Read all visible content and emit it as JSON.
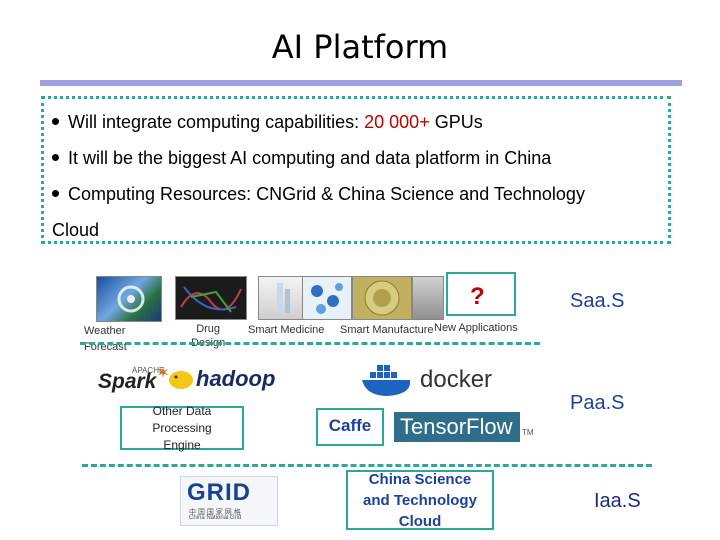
{
  "title": "AI Platform",
  "bullets": {
    "b1_prefix": "Will integrate computing capabilities: ",
    "b1_highlight": "20 000+",
    "b1_suffix": " GPUs",
    "b2": "It will be the biggest AI computing and data platform in China",
    "b3_line1": "Computing Resources: CNGrid & China Science and Technology",
    "b3_line2": "Cloud"
  },
  "apps": {
    "weather": "Weather\nForecast",
    "drug": "Drug\nDesign",
    "smart_medicine": "Smart Medicine",
    "smart_manufacture": "Smart Manufacture",
    "new_apps": "New Applications",
    "question": "?"
  },
  "tiers": {
    "saas": "Saa.S",
    "paas": "Paa.S",
    "iaas": "Iaa.S"
  },
  "platform": {
    "spark": "Spark",
    "spark_small": "APACHE",
    "hadoop": "hadoop",
    "docker": "docker",
    "other": "Other Data\nProcessing\nEngine",
    "caffe": "Caffe",
    "tensorflow": "TensorFlow",
    "tm": "TM"
  },
  "infra": {
    "cloud": "China Science\nand Technology\nCloud",
    "grid": "GRID",
    "grid_sub": "中 国 国 家 网 格",
    "grid_sub2": "China National Grid"
  },
  "colors": {
    "accent": "#2aa898",
    "highlight": "#c00000",
    "tier": "#1f3f9f",
    "rule": "#a0a0e0"
  }
}
